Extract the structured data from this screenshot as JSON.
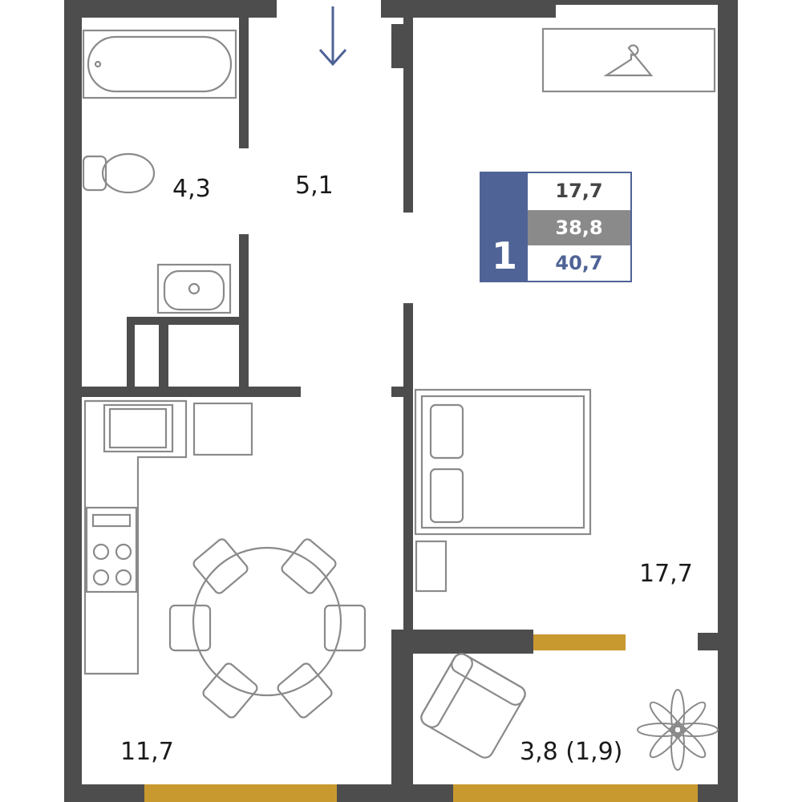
{
  "rooms": {
    "bathroom_area": "4,3",
    "hall_area": "5,1",
    "kitchen_area": "11,7",
    "bedroom_area": "17,7",
    "balcony_area": "3,8 (1,9)"
  },
  "badge": {
    "rooms_count": "1",
    "living_area": "17,7",
    "total_area_no_balcony": "38,8",
    "total_area": "40,7"
  },
  "colors": {
    "wall": "#4d4d4d",
    "window": "#c8992f",
    "accent": "#4f6396"
  }
}
